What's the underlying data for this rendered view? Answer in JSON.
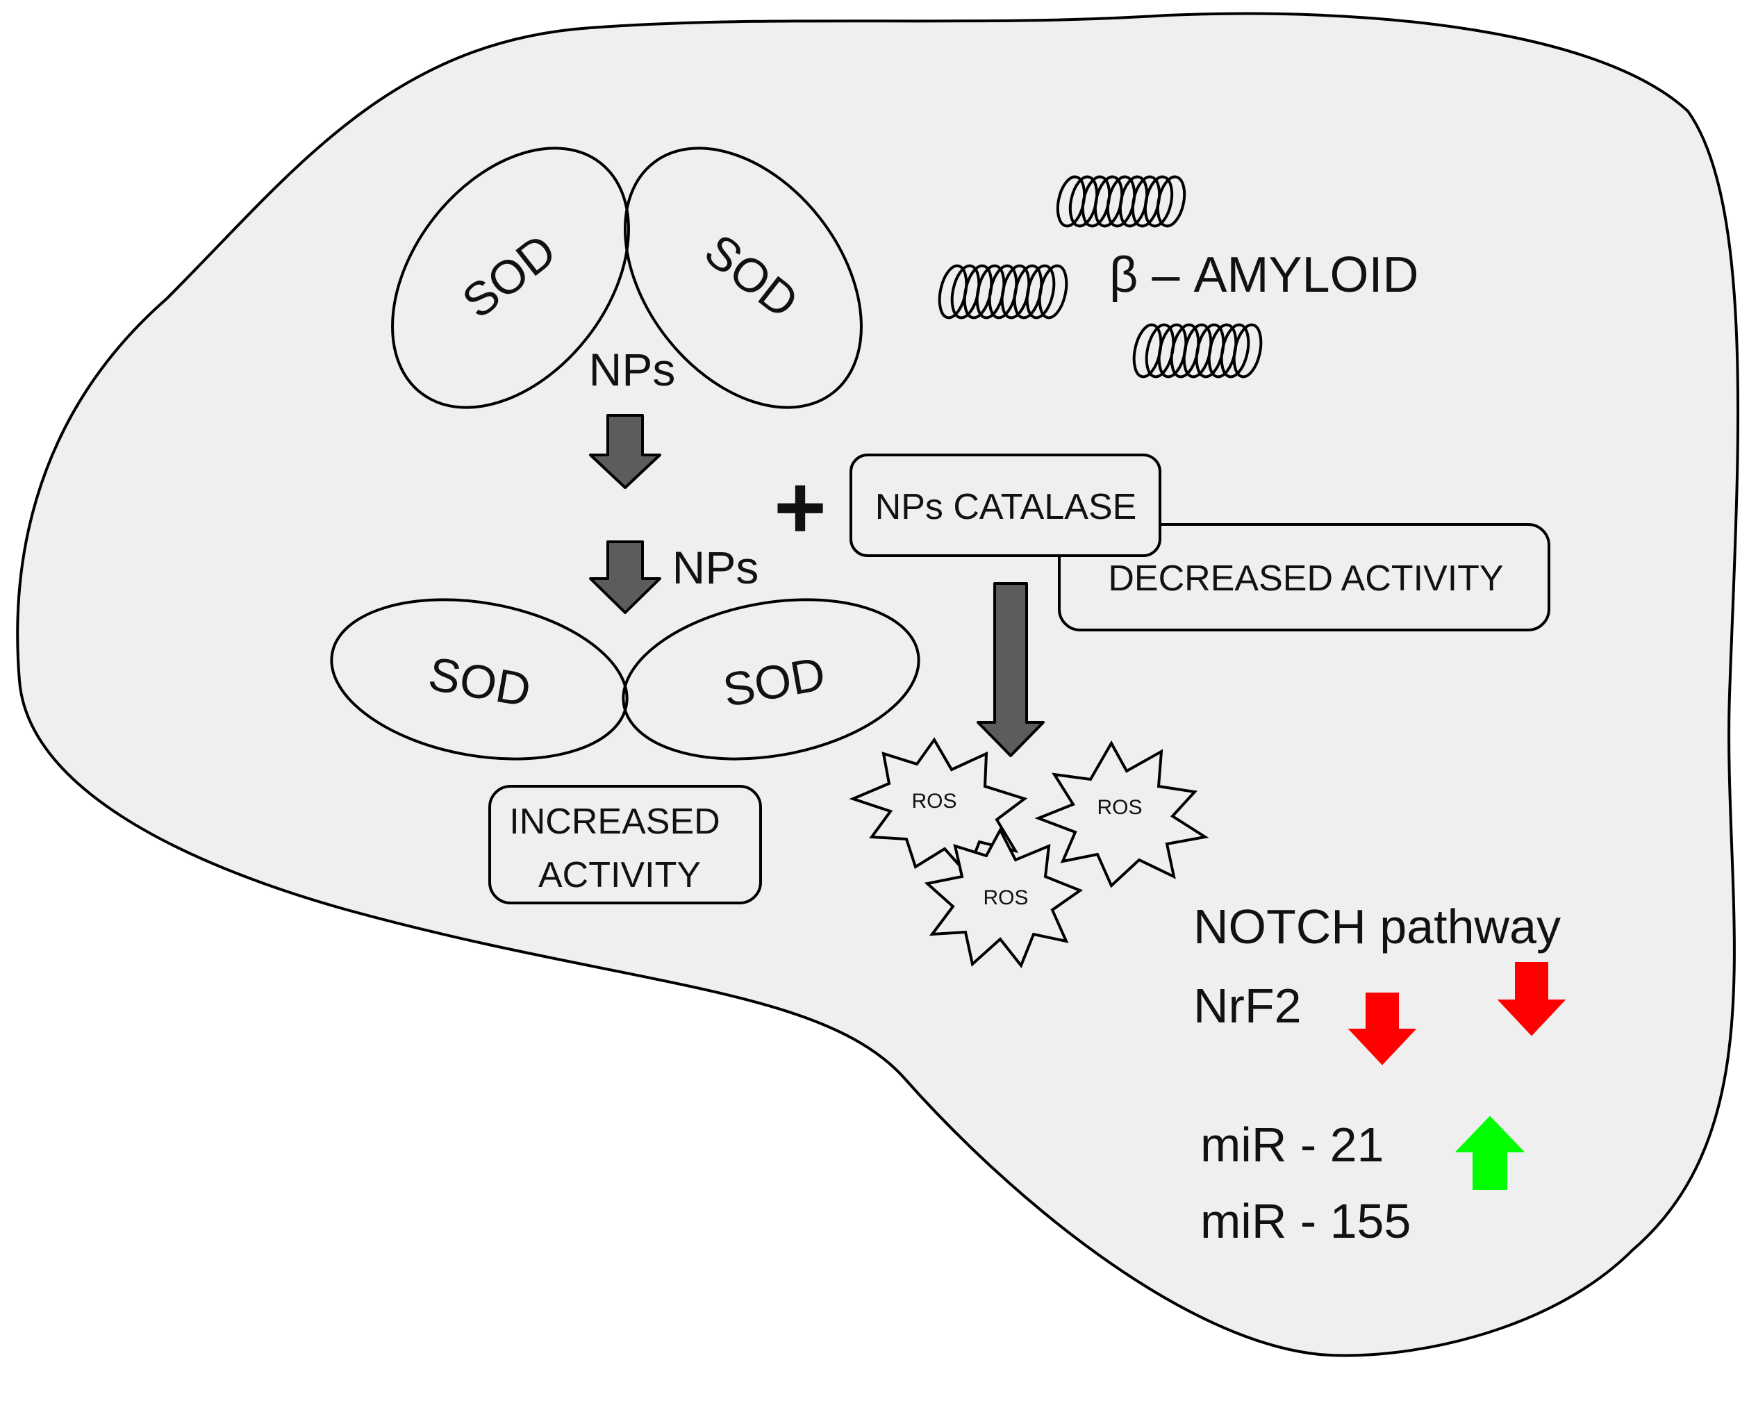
{
  "colors": {
    "background": "#ffffff",
    "cell_fill": "#efefef",
    "outline": "#000000",
    "arrow_gray": "#5c5c5c",
    "arrow_red": "#ff0000",
    "arrow_green": "#00ff00"
  },
  "top_sod": {
    "left_label": "SOD",
    "right_label": "SOD",
    "nps_label": "NPs"
  },
  "bottom_sod": {
    "nps_label": "NPs",
    "left_label": "SOD",
    "right_label": "SOD"
  },
  "increased_box": {
    "line1": "INCREASED",
    "line2": "ACTIVITY"
  },
  "plus_symbol": "+",
  "catalase_box": {
    "label": "NPs CATALASE"
  },
  "decreased_box": {
    "label": "DECREASED ACTIVITY"
  },
  "amyloid": {
    "label": "β – AMYLOID"
  },
  "ros": [
    "ROS",
    "ROS",
    "ROS"
  ],
  "pathways": {
    "notch": "NOTCH pathway",
    "nrf2": "NrF2",
    "mir21": "miR - 21",
    "mir155": "miR - 155"
  },
  "icons": {
    "down_arrow": "down-arrow-icon",
    "up_arrow": "up-arrow-icon",
    "ros_burst": "starburst-icon",
    "amyloid_coil": "helix-coil-icon"
  }
}
